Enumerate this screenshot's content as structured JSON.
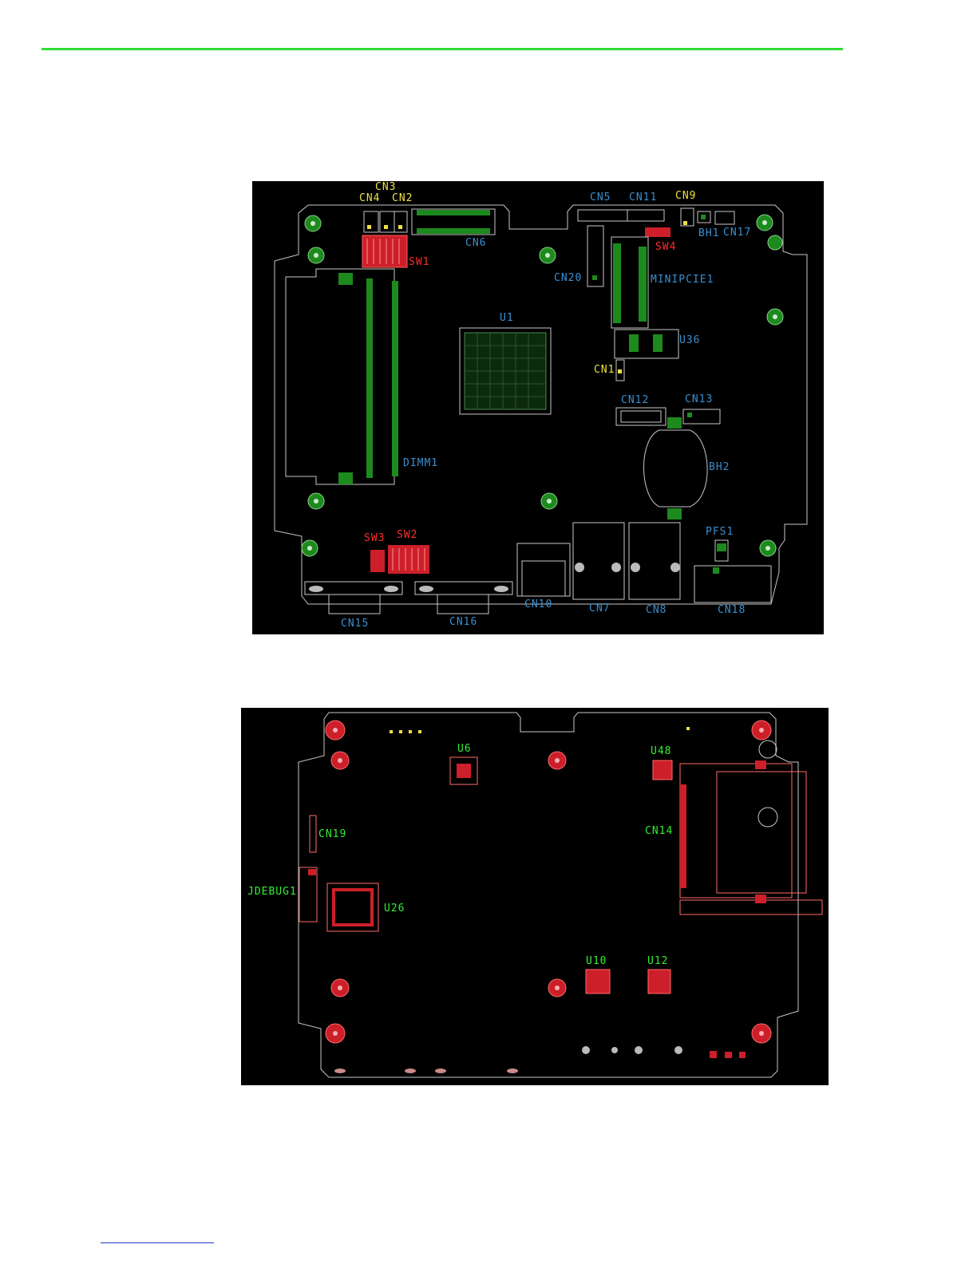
{
  "top_board": {
    "labels": {
      "cn3": "CN3",
      "cn4": "CN4",
      "cn2": "CN2",
      "cn5": "CN5",
      "cn11": "CN11",
      "cn9": "CN9",
      "sw1": "SW1",
      "cn6": "CN6",
      "bh1": "BH1",
      "cn17": "CN17",
      "sw4": "SW4",
      "cn20": "CN20",
      "minipcie1": "MINIPCIE1",
      "u1": "U1",
      "u36": "U36",
      "cn1": "CN1",
      "cn12": "CN12",
      "cn13": "CN13",
      "bh2": "BH2",
      "dimm1": "DIMM1",
      "sw3": "SW3",
      "sw2": "SW2",
      "pfs1": "PFS1",
      "cn10": "CN10",
      "cn7": "CN7",
      "cn8": "CN8",
      "cn18": "CN18",
      "cn15": "CN15",
      "cn16": "CN16"
    }
  },
  "bottom_board": {
    "labels": {
      "u6": "U6",
      "u48": "U48",
      "cn19": "CN19",
      "cn14": "CN14",
      "jdebug1": "JDEBUG1",
      "u26": "U26",
      "u10": "U10",
      "u12": "U12"
    }
  },
  "colors": {
    "header_rule": "#33dd33",
    "background": "#000000",
    "silkscreen_outline": "#c8c8c8",
    "component_label_top": "#3a8fd0",
    "connector_label_yellow": "#f0e040",
    "switch_label": "#ff2a2a",
    "bottom_label": "#33ee33",
    "pad_green": "#1d8a1d",
    "pad_red": "#cc1f2a"
  }
}
